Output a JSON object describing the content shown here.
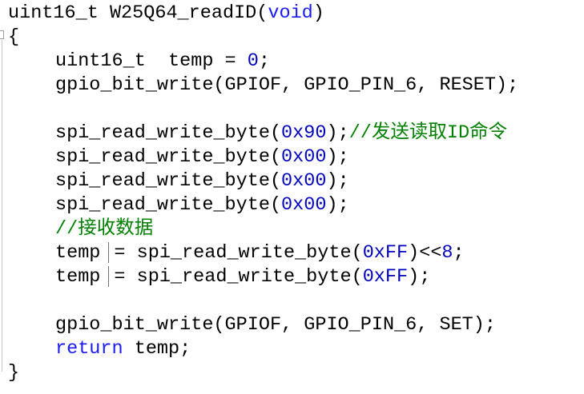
{
  "code": {
    "fn_sig": {
      "type": "uint16_t",
      "name": "W25Q64_readID(",
      "param": "void",
      "close": ")"
    },
    "open_brace": "{",
    "decl": {
      "type": "uint16_t",
      "rest": "  temp = ",
      "value": "0",
      "end": ";"
    },
    "gpio_reset": "gpio_bit_write(GPIOF, GPIO_PIN_6, RESET);",
    "spi_cmd": {
      "call": "spi_read_write_byte(",
      "arg": "0x90",
      "end": ");",
      "comment": "//发送读取ID命令"
    },
    "spi_dummy": [
      {
        "call": "spi_read_write_byte(",
        "arg": "0x00",
        "end": ");"
      },
      {
        "call": "spi_read_write_byte(",
        "arg": "0x00",
        "end": ");"
      },
      {
        "call": "spi_read_write_byte(",
        "arg": "0x00",
        "end": ");"
      }
    ],
    "recv_comment": "//接收数据",
    "read_hi": {
      "var": "temp",
      "op": "= spi_read_write_byte(",
      "arg": "0xFF",
      "mid": ")<<",
      "shift": "8",
      "end": ";"
    },
    "read_lo": {
      "var": "temp",
      "op": "= spi_read_write_byte(",
      "arg": "0xFF",
      "end": ");"
    },
    "gpio_set": "gpio_bit_write(GPIOF, GPIO_PIN_6, SET);",
    "ret": {
      "keyword": "return",
      "rest": " temp;"
    },
    "close_brace": "}"
  },
  "colors": {
    "keyword": "#1a1aff",
    "number": "#0000c0",
    "comment": "#008000",
    "text": "#000000"
  }
}
